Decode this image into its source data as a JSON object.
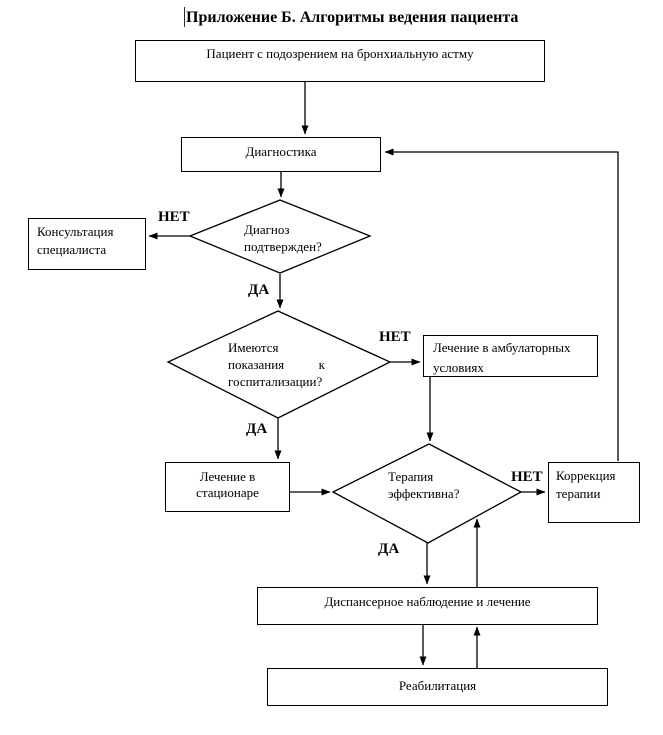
{
  "title": "Приложение Б. Алгоритмы ведения пациента",
  "colors": {
    "ink": "#000000",
    "background": "#ffffff"
  },
  "nodes": {
    "patient": "Пациент с подозрением на бронхиальную астму",
    "diagnostics": "Диагностика",
    "consultation": "Консультация специалиста",
    "diagnosis_confirmed": "Диагноз подтвержден?",
    "hospitalization_indications": "Имеются показания к госпитализации?",
    "outpatient_treatment": "Лечение в амбулаторных условиях",
    "inpatient_treatment": "Лечение в стационаре",
    "therapy_effective": "Терапия эффективна?",
    "therapy_correction": "Коррекция терапии",
    "dispensary_observation": "Диспансерное наблюдение и лечение",
    "rehabilitation": "Реабилитация"
  },
  "labels": {
    "diagnosis_no": "НЕТ",
    "diagnosis_yes": "ДА",
    "hospitalization_no": "НЕТ",
    "hospitalization_yes": "ДА",
    "therapy_no": "НЕТ",
    "therapy_yes": "ДА"
  }
}
